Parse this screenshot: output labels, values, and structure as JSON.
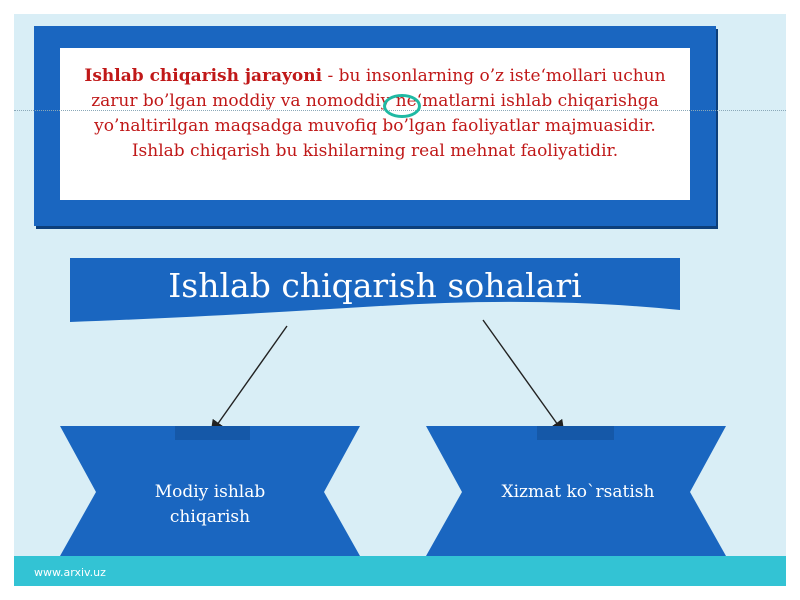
{
  "definition": {
    "term": "Ishlab  chiqarish  jarayoni",
    "text": " - bu  insonlarning o’z  iste‘mollari uchun zarur bo’lgan  moddiy  va   nomoddiy  ne‘matlarni ishlab  chiqarishga  yo’naltirilgan maqsadga  muvofiq bo’lgan faoliyatlar majmuasidir. Ishlab  chiqarish  bu  kishilarning real  mehnat  faoliyatidir."
  },
  "banner": {
    "title": "Ishlab chiqarish sohalari"
  },
  "nodes": [
    {
      "label": "Modiy ishlab chiqarish"
    },
    {
      "label": "Xizmat ko`rsatish"
    }
  ],
  "footer": {
    "url": "www.arxiv.uz"
  },
  "colors": {
    "frame_blue": "#1a66c0",
    "banner_blue": "#1a66c0",
    "definition_red": "#c01818",
    "background": "#d9eef6",
    "footer_band": "#33c3d4"
  },
  "icons": [
    "arrow-left",
    "arrow-right"
  ]
}
